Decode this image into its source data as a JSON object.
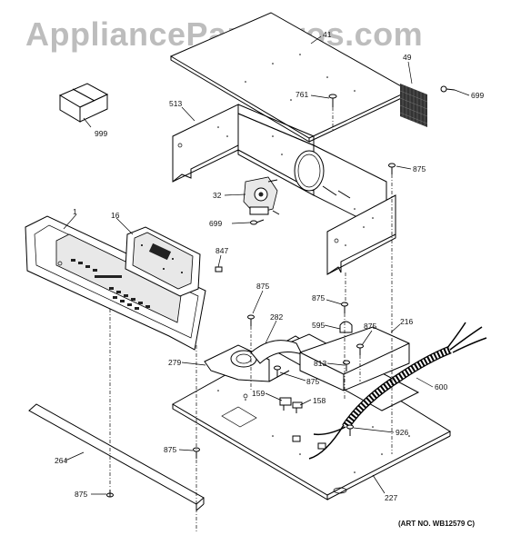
{
  "watermark": "AppliancePartsPros.com",
  "art_number": "(ART NO. WB12579 C)",
  "callouts": {
    "c1": "1",
    "c16": "16",
    "c32": "32",
    "c41": "41",
    "c49": "49",
    "c158": "158",
    "c159": "159",
    "c216": "216",
    "c227": "227",
    "c264": "264",
    "c279": "279",
    "c282": "282",
    "c513": "513",
    "c595": "595",
    "c600": "600",
    "c699a": "699",
    "c699b": "699",
    "c761": "761",
    "c813": "813",
    "c847": "847",
    "c875a": "875",
    "c875b": "875",
    "c875c": "875",
    "c875d": "875",
    "c875e": "875",
    "c875f": "875",
    "c875g": "875",
    "c926": "926",
    "c999": "999"
  }
}
